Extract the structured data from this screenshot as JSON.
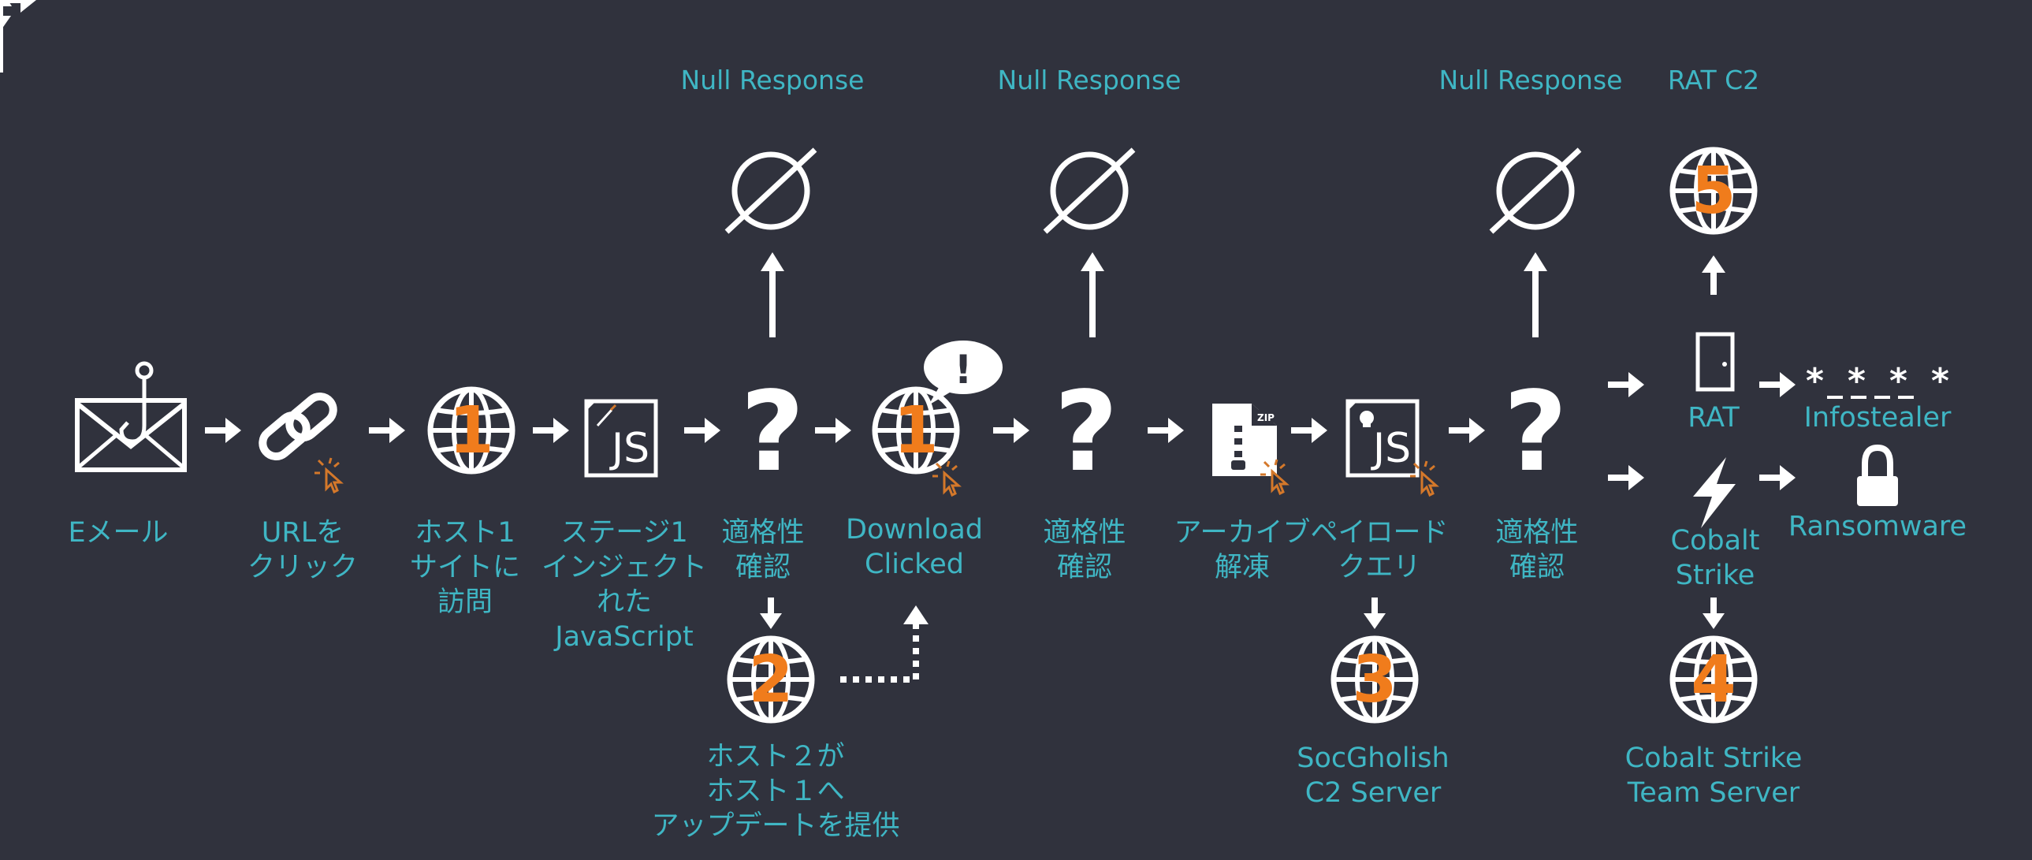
{
  "colors": {
    "background": "#30323d",
    "icon": "#ffffff",
    "label": "#3fb6c4",
    "accent_orange": "#f07c1c",
    "cursor": "#d4782a"
  },
  "labels": {
    "email": "Eメール",
    "url_click": "URLを\nクリック",
    "visit_host1": "ホスト1\nサイトに\n訪問",
    "stage1_js": "ステージ1\nインジェクト\nれた\nJavaScript",
    "check1": "適格性\n確認",
    "download_clicked": "Download\nClicked",
    "check2": "適格性\n確認",
    "unpack_archive": "アーカイブ\n解凍",
    "payload_query": "ペイロード\nクエリ",
    "check3": "適格性\n確認",
    "host2_update": "ホスト２が\nホスト１へ\nアップデートを提供",
    "socgholish_c2": "SocGholish\nC2 Server",
    "null_response_1": "Null Response",
    "null_response_2": "Null Response",
    "null_response_3": "Null Response",
    "rat_c2": "RAT C2",
    "rat": "RAT",
    "infostealer": "Infostealer",
    "cobalt_strike": "Cobalt\nStrike",
    "ransomware": "Ransomware",
    "cobalt_strike_team_server": "Cobalt Strike\nTeam Server"
  },
  "badges": {
    "host1_visit": "1",
    "host1_download": "1",
    "host2": "2",
    "socgholish": "3",
    "cobalt_team_server": "4",
    "rat_c2": "5"
  },
  "glyphs": {
    "js": "JS",
    "question": "?",
    "null": "Ø",
    "zip": "ZIP",
    "exclaim": "!",
    "password_mask": "* * * *"
  },
  "icons": {
    "email": "email-hook-icon",
    "link": "link-icon",
    "globe": "globe-icon",
    "js_file": "js-file-icon",
    "question": "question-icon",
    "null": "null-set-icon",
    "zip_file": "zip-file-icon",
    "door": "door-icon",
    "lightning": "lightning-icon",
    "password": "password-mask-icon",
    "lock": "lock-icon",
    "cursor": "cursor-click-icon",
    "alert": "alert-bubble-icon"
  }
}
